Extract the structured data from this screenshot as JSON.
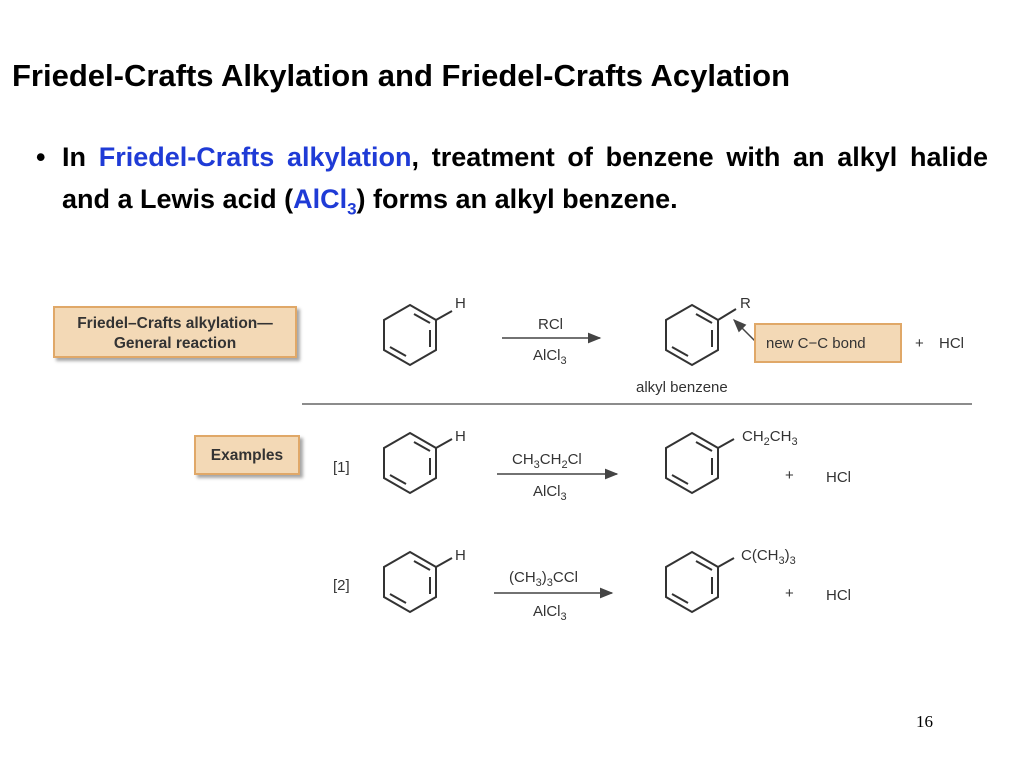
{
  "slide": {
    "title": "Friedel-Crafts Alkylation and Friedel-Crafts Acylation",
    "bullet": {
      "marker": "•",
      "pre": "In ",
      "term": "Friedel-Crafts alkylation",
      "mid": ", treatment of benzene with an alkyl halide and a Lewis acid (",
      "catalyst": "AlCl",
      "catalyst_sub": "3",
      "post": ") forms an alkyl benzene."
    },
    "page_number": "16"
  },
  "scheme": {
    "general_label_line1": "Friedel–Crafts alkylation—",
    "general_label_line2": "General reaction",
    "examples_label": "Examples",
    "general": {
      "reactant_sub": "H",
      "reagent_top": "RCl",
      "reagent_bottom_main": "AlCl",
      "reagent_bottom_sub": "3",
      "product_sub": "R",
      "product_name": "alkyl benzene",
      "callout": "new C−C bond",
      "plus": "+",
      "byproduct": "HCl"
    },
    "examples": [
      {
        "label": "[1]",
        "reactant_sub": "H",
        "reagent_top_parts": [
          "CH",
          "3",
          "CH",
          "2",
          "Cl"
        ],
        "reagent_bottom_main": "AlCl",
        "reagent_bottom_sub": "3",
        "product_sub_parts": [
          "CH",
          "2",
          "CH",
          "3"
        ],
        "plus": "+",
        "byproduct": "HCl"
      },
      {
        "label": "[2]",
        "reactant_sub": "H",
        "reagent_top_parts": [
          "(CH",
          "3",
          ")",
          "3",
          "CCl"
        ],
        "reagent_bottom_main": "AlCl",
        "reagent_bottom_sub": "3",
        "product_sub_parts": [
          "C(CH",
          "3",
          ")",
          "3"
        ],
        "plus": "+",
        "byproduct": "HCl"
      }
    ]
  },
  "colors": {
    "highlight": "#1f3bd6",
    "box_fill": "#f3d9b6",
    "box_border": "#e0a868",
    "scheme_text": "#333333"
  }
}
